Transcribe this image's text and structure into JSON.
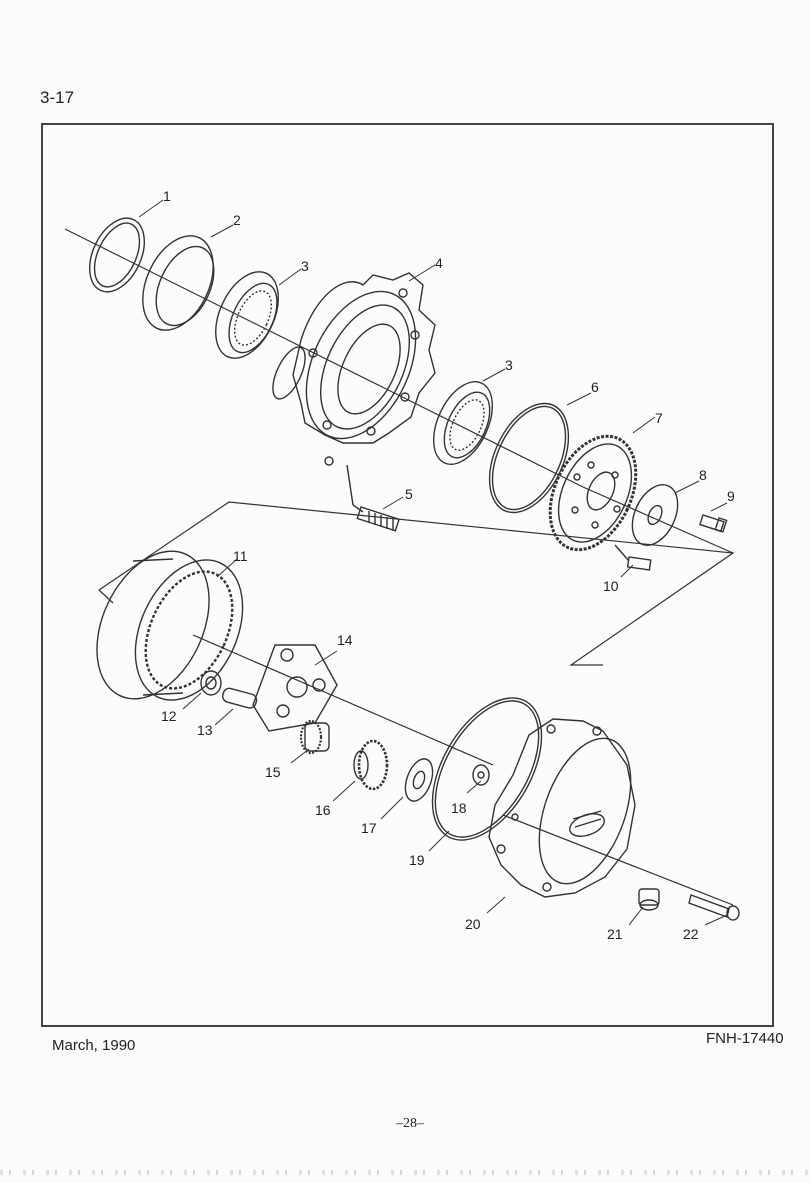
{
  "page_code": "3-17",
  "footer": {
    "date": "March, 1990",
    "doc_number": "FNH-17440",
    "folio": "–28–"
  },
  "diagram": {
    "callouts": [
      "1",
      "2",
      "3",
      "4",
      "3",
      "5",
      "6",
      "7",
      "8",
      "9",
      "10",
      "11",
      "12",
      "13",
      "14",
      "15",
      "16",
      "17",
      "18",
      "19",
      "20",
      "21",
      "22"
    ]
  }
}
